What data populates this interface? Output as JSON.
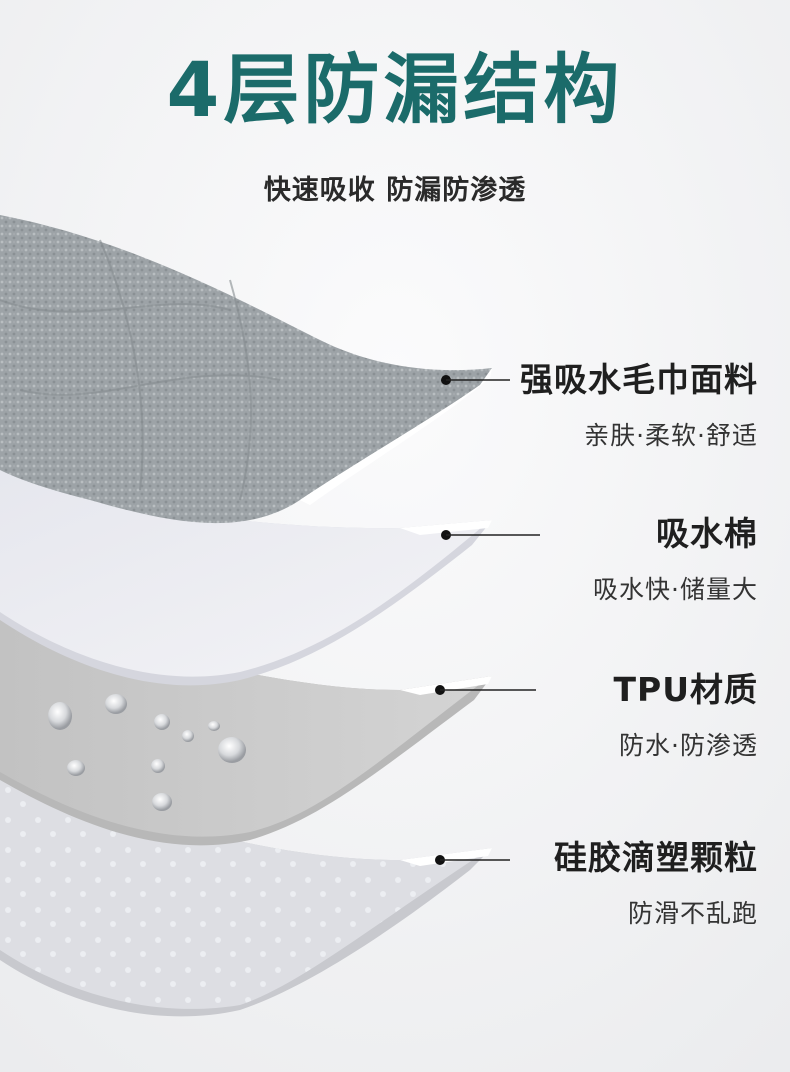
{
  "header": {
    "title": "4层防漏结构",
    "subtitle": "快速吸收 防漏防渗透"
  },
  "layers": [
    {
      "title": "强吸水毛巾面料",
      "subtitle": "亲肤·柔软·舒适"
    },
    {
      "title": "吸水棉",
      "subtitle": "吸水快·储量大"
    },
    {
      "title": "TPU材质",
      "subtitle": "防水·防渗透"
    },
    {
      "title": "硅胶滴塑颗粒",
      "subtitle": "防滑不乱跑"
    }
  ],
  "colors": {
    "title": "#1b6b6a",
    "background": "#f5f5f6",
    "towel": "#9ea4a8",
    "cotton": "#e8e9ee",
    "tpu": "#c9c9c9",
    "silicone": "#dcdde2"
  }
}
